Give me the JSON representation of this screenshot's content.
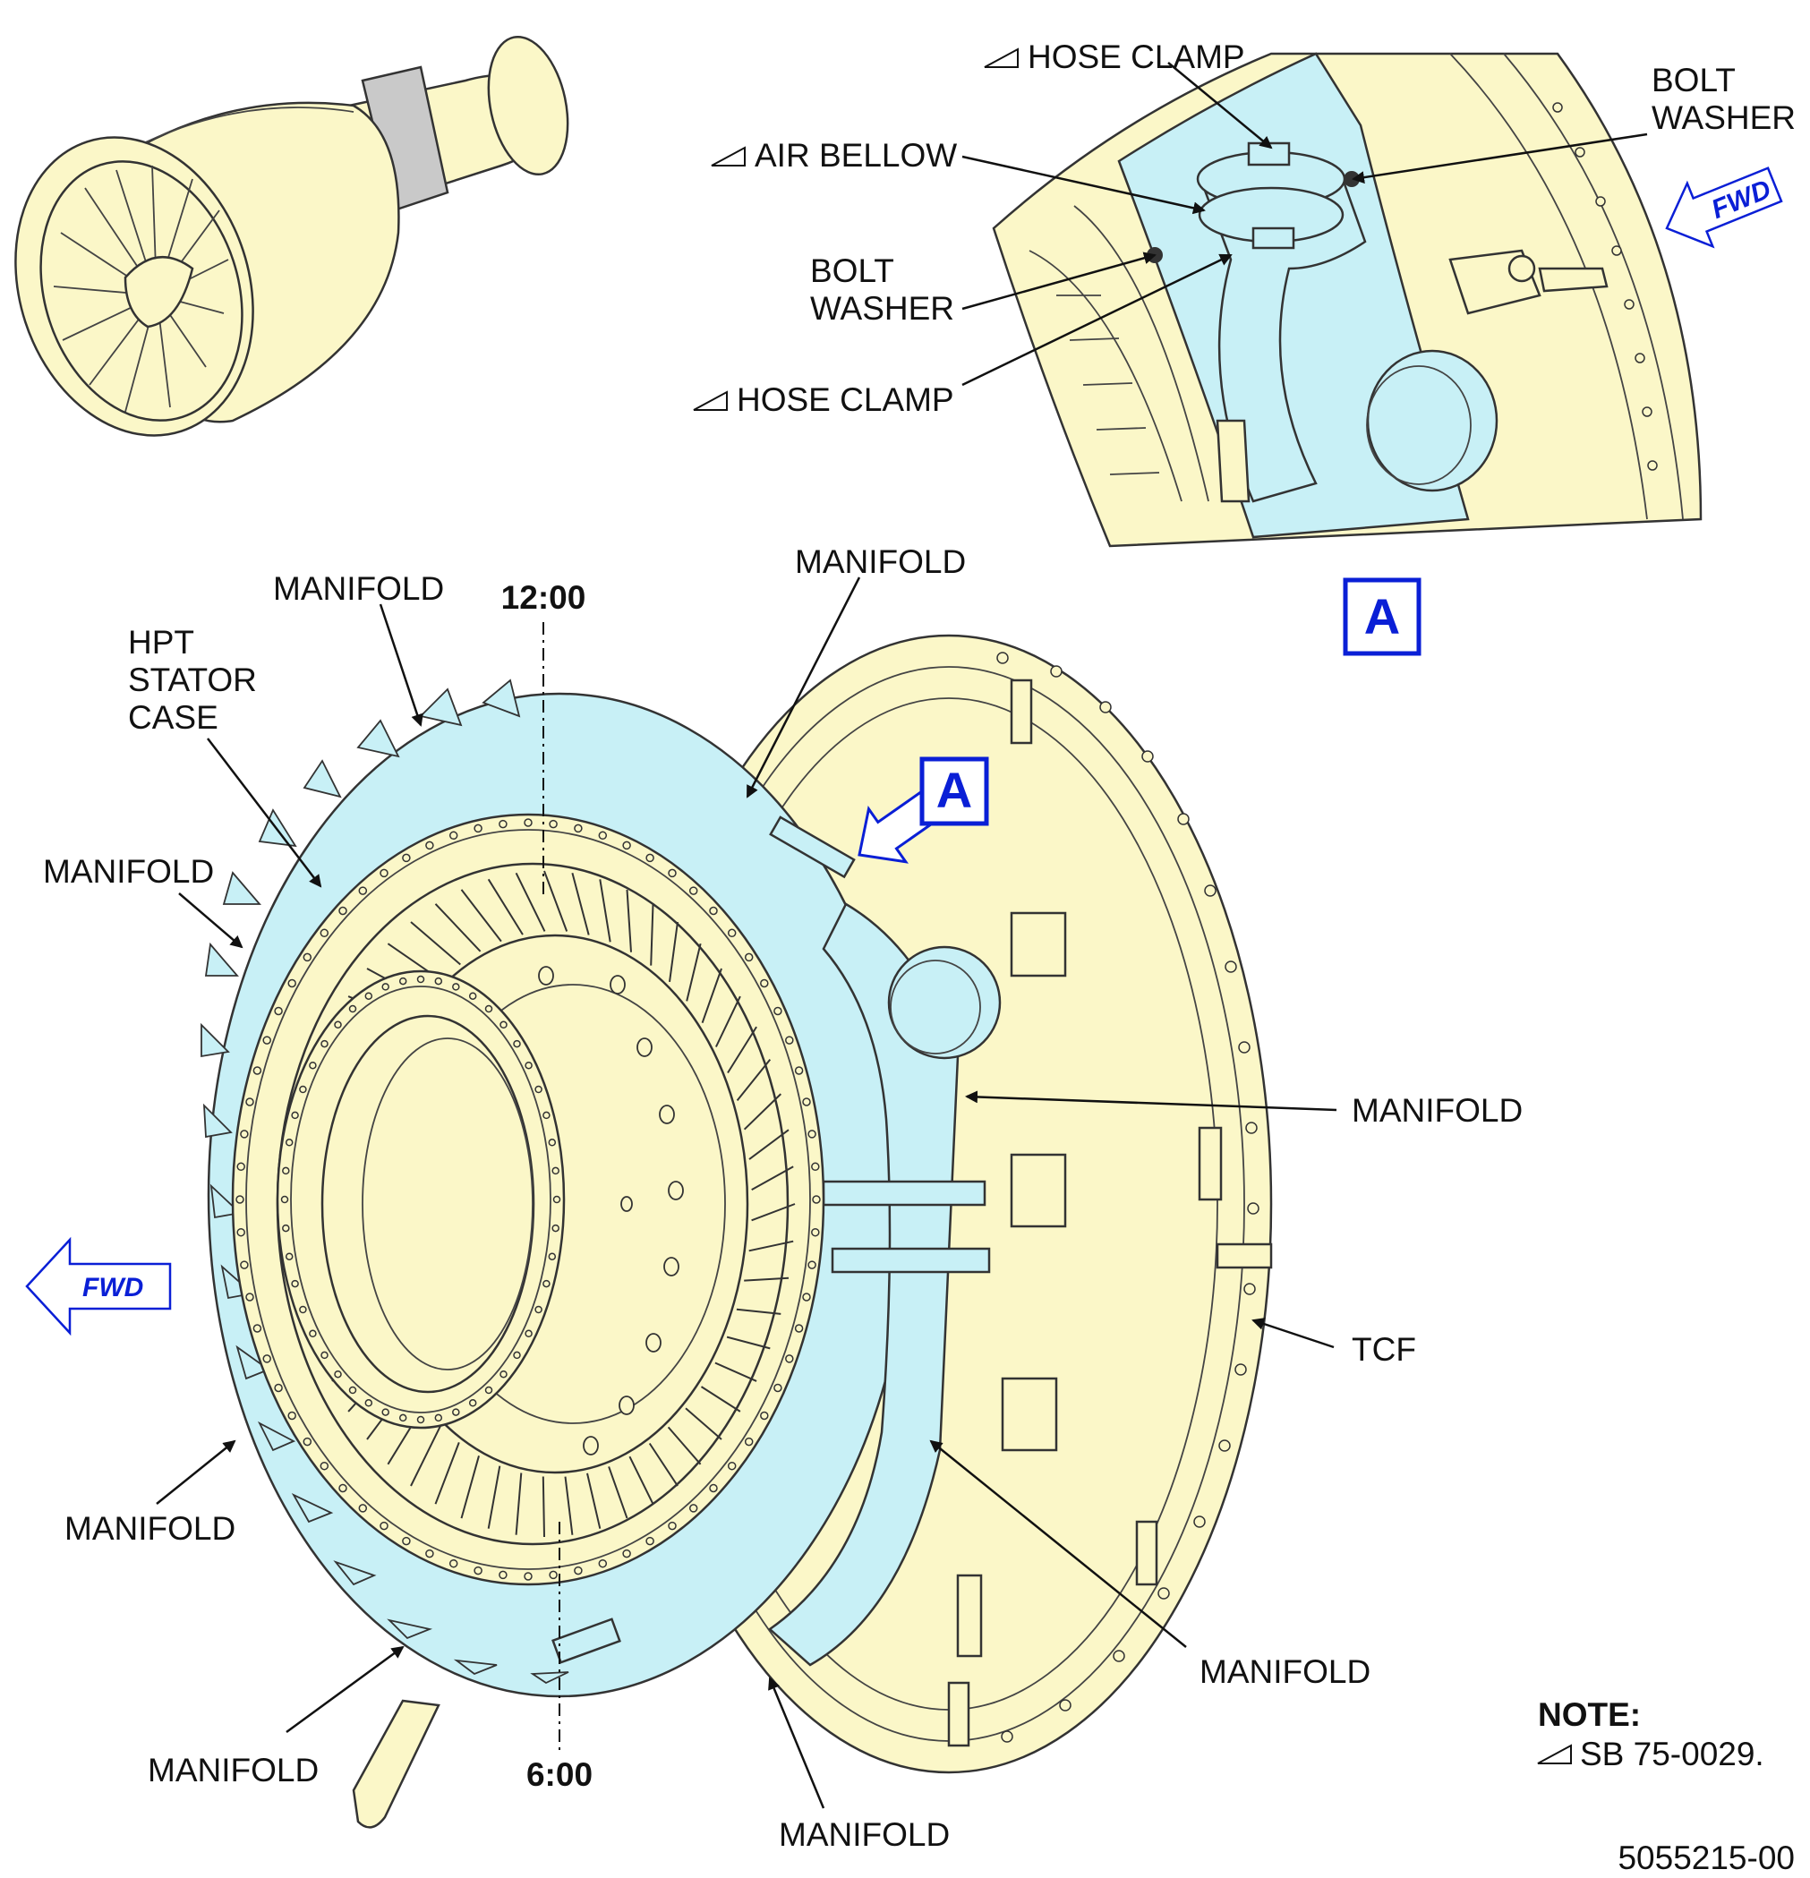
{
  "colors": {
    "engine_fill": "#FBF7C8",
    "manifold_fill": "#C8F0F6",
    "callout_blue": "#0A1FD6",
    "grey_band": "#C9C9C9",
    "line": "#111111"
  },
  "icons": {
    "engine_overview": "engine-locator-icon",
    "fwd_arrow": "fwd-arrow-icon",
    "detail_flag": "detail-flag-icon",
    "sb_triangle": "service-bulletin-triangle-icon"
  },
  "detail_view": {
    "flag": "A",
    "labels": {
      "hose_clamp_top": "HOSE CLAMP",
      "air_bellow": "AIR BELLOW",
      "bolt_washer_left_1": "BOLT",
      "bolt_washer_left_2": "WASHER",
      "hose_clamp_bottom": "HOSE CLAMP",
      "bolt_washer_right_1": "BOLT",
      "bolt_washer_right_2": "WASHER"
    },
    "fwd": "FWD"
  },
  "main_view": {
    "flag": "A",
    "clock_top": "12:00",
    "clock_bottom": "6:00",
    "fwd": "FWD",
    "labels": {
      "manifold_top_left": "MANIFOLD",
      "hpt_stator_case_1": "HPT",
      "hpt_stator_case_2": "STATOR",
      "hpt_stator_case_3": "CASE",
      "manifold_left": "MANIFOLD",
      "manifold_top": "MANIFOLD",
      "manifold_right": "MANIFOLD",
      "tcf": "TCF",
      "manifold_bottom_left": "MANIFOLD",
      "manifold_lower_left": "MANIFOLD",
      "manifold_bottom_right": "MANIFOLD",
      "manifold_bottom": "MANIFOLD"
    }
  },
  "note": {
    "title": "NOTE:",
    "text": "SB 75-0029."
  },
  "figure_id": "5055215-00"
}
